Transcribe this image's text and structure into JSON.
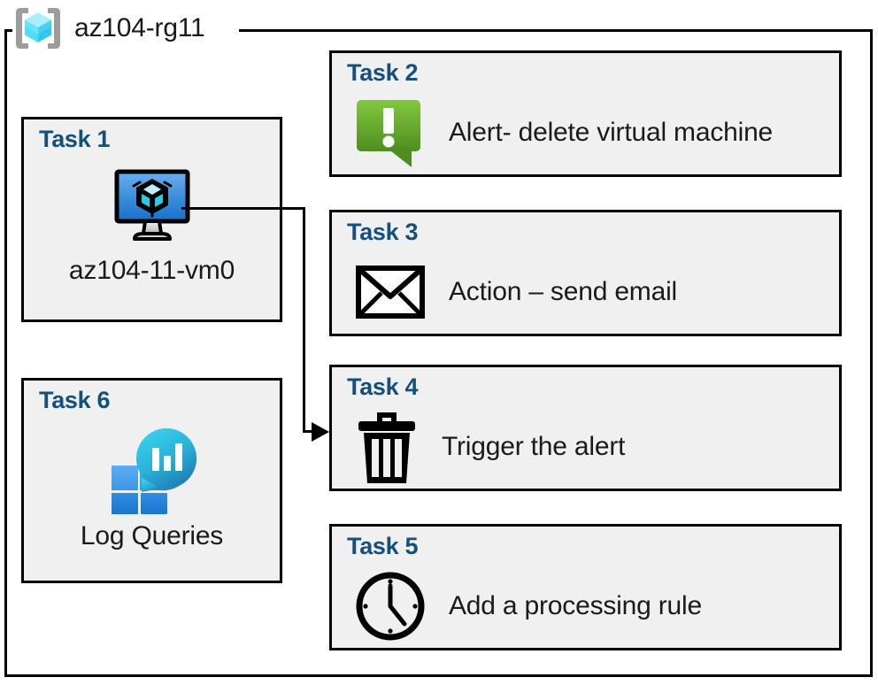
{
  "resource_group": {
    "name": "az104-rg11",
    "icon": "resource-group-cube-icon"
  },
  "colors": {
    "task_title": "#14507c",
    "card_background": "#f0f0f0",
    "card_border": "#000000",
    "frame_border": "#000000",
    "alert_green_light": "#7cc142",
    "alert_green_dark": "#4e8c1e",
    "vm_blue_light": "#5aa0e8",
    "vm_blue_dark": "#1a6fc4",
    "log_square_light": "#4fa3f0",
    "log_square_dark": "#1f7fd8",
    "log_blob_top": "#31cfe8",
    "log_blob_bottom": "#1d7fb5",
    "rg_cube_light": "#a5edff",
    "rg_cube_dark": "#35cdf5",
    "bracket_gray": "#9c9c9c"
  },
  "tasks": [
    {
      "id": "task1",
      "title": "Task 1",
      "label": "az104-11-vm0",
      "icon": "virtual-machine-icon",
      "column": "left"
    },
    {
      "id": "task2",
      "title": "Task 2",
      "label": "Alert- delete virtual machine",
      "icon": "alert-exclamation-icon",
      "column": "right"
    },
    {
      "id": "task3",
      "title": "Task 3",
      "label": "Action – send email",
      "icon": "envelope-icon",
      "column": "right"
    },
    {
      "id": "task4",
      "title": "Task 4",
      "label": "Trigger the alert",
      "icon": "trash-can-icon",
      "column": "right"
    },
    {
      "id": "task5",
      "title": "Task 5",
      "label": "Add a processing rule",
      "icon": "clock-icon",
      "column": "right"
    },
    {
      "id": "task6",
      "title": "Task 6",
      "label": "Log Queries",
      "icon": "log-analytics-icon",
      "column": "left"
    }
  ],
  "connector": {
    "from": "task1-virtual-machine-icon",
    "to": "task4",
    "style": "elbow-arrow"
  }
}
